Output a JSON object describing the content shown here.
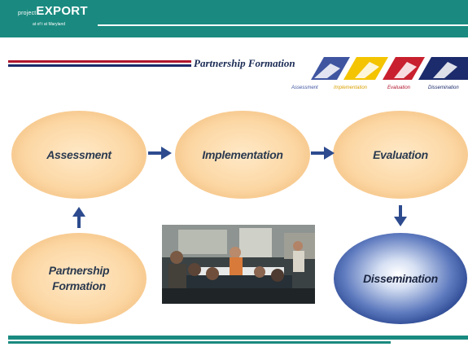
{
  "header": {
    "logo_small": "project",
    "logo_big": "EXPORT",
    "logo_sub": "at of t at Maryland",
    "band_color": "#1a8a80"
  },
  "banner": {
    "title": "Partnership Formation",
    "stage_labels": [
      "Assessment",
      "Implementation",
      "Evaluation",
      "Dissemination"
    ],
    "stage_label_colors": [
      "#3f55a0",
      "#d9a000",
      "#b0162e",
      "#1b2b6b"
    ]
  },
  "diagram": {
    "assessment": "Assessment",
    "implementation": "Implementation",
    "evaluation": "Evaluation",
    "partnership_line1": "Partnership",
    "partnership_line2": "Formation",
    "dissemination": "Dissemination",
    "arrow_color": "#2d4b8e"
  },
  "photo": {
    "icon": "meeting-photo"
  }
}
